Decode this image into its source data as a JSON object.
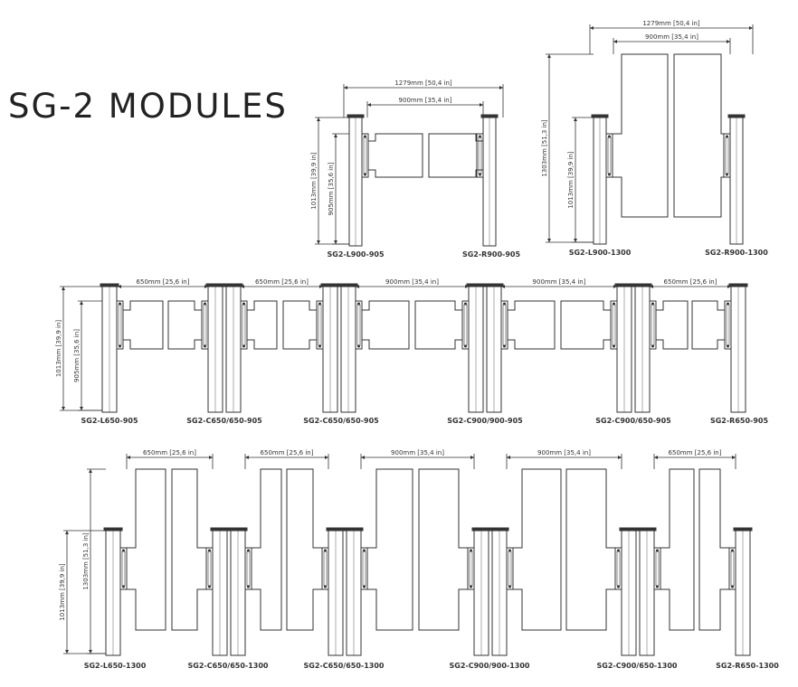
{
  "title": "SG-2 MODULES",
  "dimensions": {
    "w1279": "1279mm [50,4 in]",
    "w900": "900mm [35,4 in]",
    "w650": "650mm [25,6 in]",
    "h1013": "1013mm [39,9 in]",
    "h905": "905mm [35,6 in]",
    "h1303": "1303mm [51,3 in]"
  },
  "modules": {
    "l900_905": "SG2-L900-905",
    "r900_905": "SG2-R900-905",
    "l900_1300": "SG2-L900-1300",
    "r900_1300": "SG2-R900-1300",
    "l650_905": "SG2-L650-905",
    "c650_650_905_a": "SG2-C650/650-905",
    "c650_650_905_b": "SG2-C650/650-905",
    "c900_900_905": "SG2-C900/900-905",
    "c900_650_905": "SG2-C900/650-905",
    "r650_905": "SG2-R650-905",
    "l650_1300": "SG2-L650-1300",
    "c650_650_1300_a": "SG2-C650/650-1300",
    "c650_650_1300_b": "SG2-C650/650-1300",
    "c900_900_1300": "SG2-C900/900-1300",
    "c900_650_1300": "SG2-C900/650-1300",
    "r650_1300": "SG2-R650-1300"
  }
}
